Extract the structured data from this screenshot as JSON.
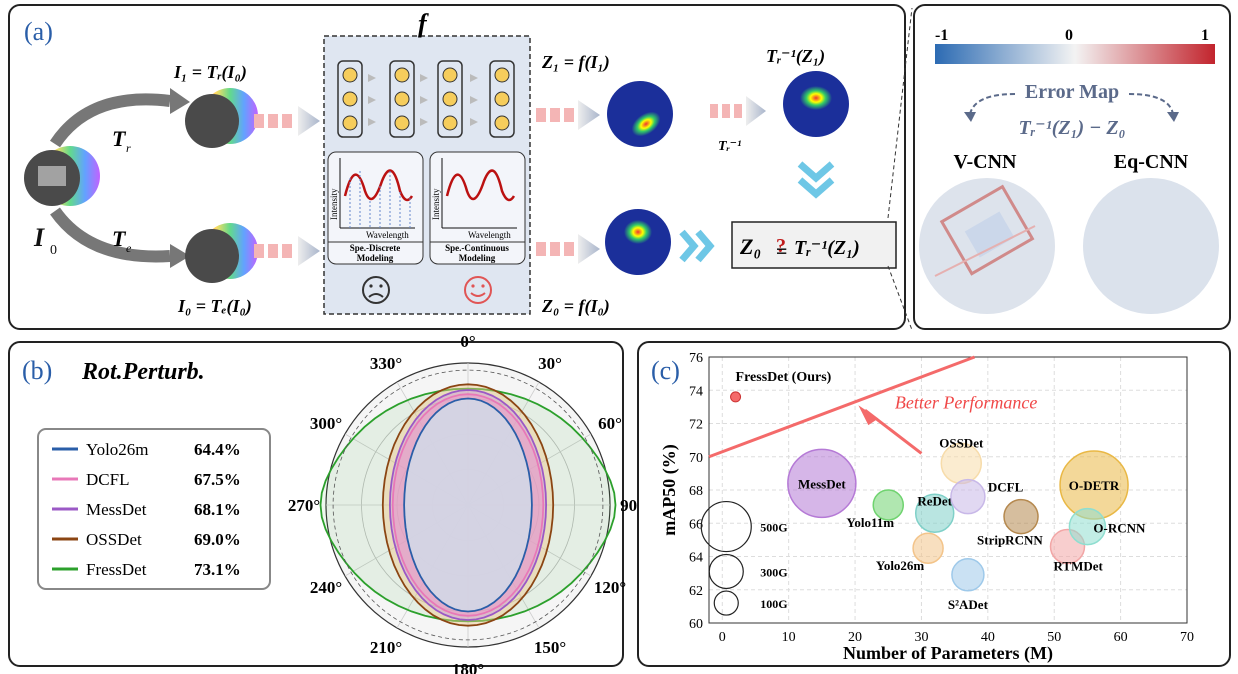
{
  "panel_a": {
    "label": "(a)",
    "f_title": "f",
    "Tr": "T",
    "Tr_sub": "r",
    "Te": "T",
    "Te_sub": "e",
    "I0": "I",
    "I0_sub": "0",
    "eq_I1": "I₁ = Tᵣ(I₀)",
    "eq_I0": "I₀ = Tₑ(I₀)",
    "eq_Z1": "Z₁ = f(I₁)",
    "eq_Z0": "Z₀ = f(I₀)",
    "eq_inv": "Tᵣ⁻¹(Z₁)",
    "eq_Tinv": "Tᵣ⁻¹",
    "eq_compare_left": "Z₀",
    "eq_compare_q": "?",
    "eq_compare_eq": "=",
    "eq_compare_right": "Tᵣ⁻¹(Z₁)",
    "plot1_ylabel": "Intensity",
    "plot1_xlabel": "Wavelength",
    "plot1_caption1": "Spe.-Discrete",
    "plot1_caption2": "Modeling",
    "plot2_ylabel": "Intensity",
    "plot2_xlabel": "Wavelength",
    "plot2_caption1": "Spe.-Continuous",
    "plot2_caption2": "Modeling",
    "sad_color": "#333333",
    "happy_color": "#e05555"
  },
  "panel_err": {
    "cb_min": "-1",
    "cb_mid": "0",
    "cb_max": "1",
    "title": "Error Map",
    "formula": "Tᵣ⁻¹(Z₁) − Z₀",
    "left": "V-CNN",
    "right": "Eq-CNN"
  },
  "panel_b": {
    "label": "(b)",
    "title": "Rot.Perturb.",
    "legend": [
      {
        "name": "Yolo26m",
        "value": "64.4%",
        "color": "#2a5ea8"
      },
      {
        "name": "DCFL",
        "value": "67.5%",
        "color": "#e878b8"
      },
      {
        "name": "MessDet",
        "value": "68.1%",
        "color": "#9b59c6"
      },
      {
        "name": "OSSDet",
        "value": "69.0%",
        "color": "#8b4513"
      },
      {
        "name": "FressDet",
        "value": "73.1%",
        "color": "#2ca02c"
      }
    ],
    "angles": [
      "0°",
      "30°",
      "60°",
      "90°",
      "120°",
      "150°",
      "180°",
      "210°",
      "240°",
      "270°",
      "300°",
      "330°"
    ]
  },
  "panel_c": {
    "label": "(c)",
    "chart_data": {
      "type": "scatter",
      "xlabel": "Number of Parameters (M)",
      "ylabel": "mAP50 (%)",
      "xlim": [
        -2,
        70
      ],
      "ylim": [
        60,
        76
      ],
      "xticks": [
        0,
        10,
        20,
        30,
        40,
        50,
        60,
        70
      ],
      "yticks": [
        60,
        62,
        64,
        66,
        68,
        70,
        72,
        74,
        76
      ],
      "grid": true,
      "annotation": "Better Performance",
      "highlight": {
        "name": "FressDet (Ours)",
        "x": 2,
        "y": 73.6
      },
      "points": [
        {
          "name": "MessDet",
          "x": 15,
          "y": 68.4,
          "r": 34,
          "color": "#b57ad6"
        },
        {
          "name": "Yolo11m",
          "x": 25,
          "y": 67.1,
          "r": 15,
          "color": "#6fd36f"
        },
        {
          "name": "ReDet",
          "x": 32,
          "y": 66.6,
          "r": 19,
          "color": "#7fd0c8"
        },
        {
          "name": "Yolo26m",
          "x": 31,
          "y": 64.5,
          "r": 15,
          "color": "#f3c48a"
        },
        {
          "name": "OSSDet",
          "x": 36,
          "y": 69.6,
          "r": 20,
          "color": "#f7dcaa"
        },
        {
          "name": "DCFL",
          "x": 37,
          "y": 67.6,
          "r": 17,
          "color": "#c8b8e8"
        },
        {
          "name": "StripRCNN",
          "x": 45,
          "y": 66.4,
          "r": 17,
          "color": "#b5894f"
        },
        {
          "name": "S²ADet",
          "x": 37,
          "y": 62.9,
          "r": 16,
          "color": "#9ec9ea"
        },
        {
          "name": "O-DETR",
          "x": 56,
          "y": 68.3,
          "r": 34,
          "color": "#e9b845"
        },
        {
          "name": "RTMDet",
          "x": 52,
          "y": 64.6,
          "r": 17,
          "color": "#f2a6a6"
        },
        {
          "name": "O-RCNN",
          "x": 55,
          "y": 65.8,
          "r": 18,
          "color": "#8fded0"
        }
      ],
      "size_legend": [
        {
          "label": "500G",
          "r": 25
        },
        {
          "label": "300G",
          "r": 17
        },
        {
          "label": "100G",
          "r": 12
        }
      ]
    }
  }
}
